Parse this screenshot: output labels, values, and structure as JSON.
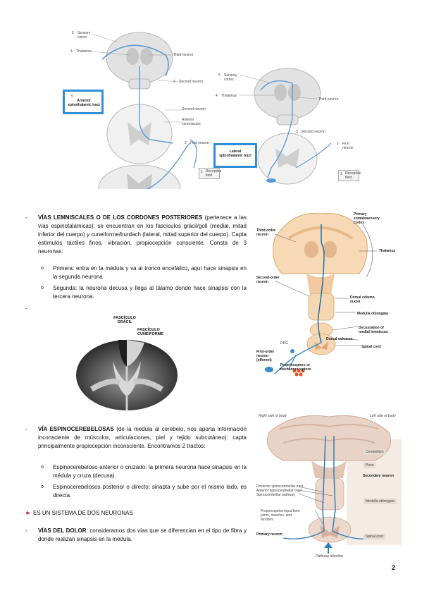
{
  "top_figure": {
    "left": {
      "sensory_cortex": "Sensory cortex",
      "thalamus": "Thalamus",
      "third_neuron": "Third neuron",
      "second_neuron_top": "Second neuron",
      "tract": "Anterior spinothalamic tract",
      "second_neuron": "Second neuron",
      "anterior_commissure": "Anterior commissure",
      "first_neuron": "First neuron",
      "receptive_field": "Receptive field",
      "n1": "1",
      "n2": "2",
      "n3": "3",
      "n4": "4",
      "n5": "5"
    },
    "right": {
      "sensory_cortex": "Sensory cortex",
      "thalamus": "Thalamus",
      "third_neuron": "Third neuron",
      "second_neuron": "Second neuron",
      "tract": "Lateral spinothalamic tract",
      "first_neuron": "First neuron",
      "receptive_field": "Receptive field",
      "n1": "1",
      "n2": "2",
      "n3": "3",
      "n4": "4",
      "n5": "5"
    }
  },
  "sections": {
    "lemniscal": {
      "bullet": "-",
      "title": "VÍAS LEMNISCALES O DE LOS CORDONES POSTERIORES",
      "body": " (pertenece a las vías espinotalámicas): se encuentran en los fascículos grácil/goll (medial, mitad inferior del cuerpo) y cuneiforme/burdach (lateral, mitad superior del cuerpo). Capta estímulos táctiles finos, vibración, propiocepción consciente. Consta de 3 neuronas:",
      "items": [
        {
          "marker": "o",
          "text": "Primera: entra en la médula y va al tronco encefálico, aquí hace sinapsis en la segunda neurona"
        },
        {
          "marker": "o",
          "text": "Segunda: la neurona decusa y llega al tálamo donde hace sinapsis con la tercera neurona."
        }
      ],
      "empty_bullet": "-"
    },
    "spinocerebellar": {
      "bullet": "-",
      "title": "VÍA ESPINOCEREBELOSAS",
      "body": " (de la medula al cerebelo, nos aporta información inconsciente de músculos, articulaciones, piel y tejido subcutáneo): capta principalmente propiocepción inconsciente. Encontramos 2 tractos:",
      "items": [
        {
          "marker": "o",
          "text": "Espinocerebeloso anterior o cruzado: la primera neurona hace sinapsis en la médula y cruza (decusa)."
        },
        {
          "marker": "o",
          "text": "Espinocerebelosos posterior o directo: sinapta y sube por el mismo lado, es directa."
        }
      ]
    },
    "two_neurons": {
      "marker": "∗",
      "text": "ES UN SISTEMA DE DOS NEURONAS"
    },
    "pain": {
      "bullet": "-",
      "title": "VÍAS DEL DOLOR",
      "body": ": consideramos dos vías que se diferencian en el tipo de fibra y donde realizan sinapsis en la médula."
    }
  },
  "fasciculus_image": {
    "gracil": "FASCÍCULO GRÁCIL",
    "cuneiform": "FASCÍCULO CUNEIFORME"
  },
  "dorsal_column_figure": {
    "primary_cortex": "Primary somatosensory cortex",
    "third_order": "Third-order neuron",
    "thalamus": "Thalamus",
    "second_order": "Second-order neuron",
    "dorsal_nuclei": "Dorsal column nuclei",
    "medulla": "Medulla oblongata",
    "decussation": "Decussation of medial lemniscus",
    "drg": "DRG",
    "dorsal_columns": "Dorsal columns",
    "spinal_cord": "Spinal cord",
    "first_order": "First-order neuron (afferent)",
    "proprioceptors": "Proprioceptors or mechanoreceptors"
  },
  "cerebellar_figure": {
    "right_side": "Right side of body",
    "left_side": "Left side of body",
    "cerebellum": "Cerebellum",
    "pons": "Pons",
    "secondary_neuron": "Secondary neuron",
    "posterior_tract": "Posterior spinocerebellar tract",
    "anterior_tract": "Anterior spinocerebellar tract",
    "spinocerebellar_pathway": "Spinocerebellar pathway",
    "medulla": "Medulla oblongata",
    "proprioceptive_input": "Proprioceptive input from joints, muscles, and tendons",
    "primary_neuron": "Primary neuron",
    "spinal_cord": "Spinal cord",
    "pathway_direction": "Pathway direction"
  },
  "page_number": "2"
}
